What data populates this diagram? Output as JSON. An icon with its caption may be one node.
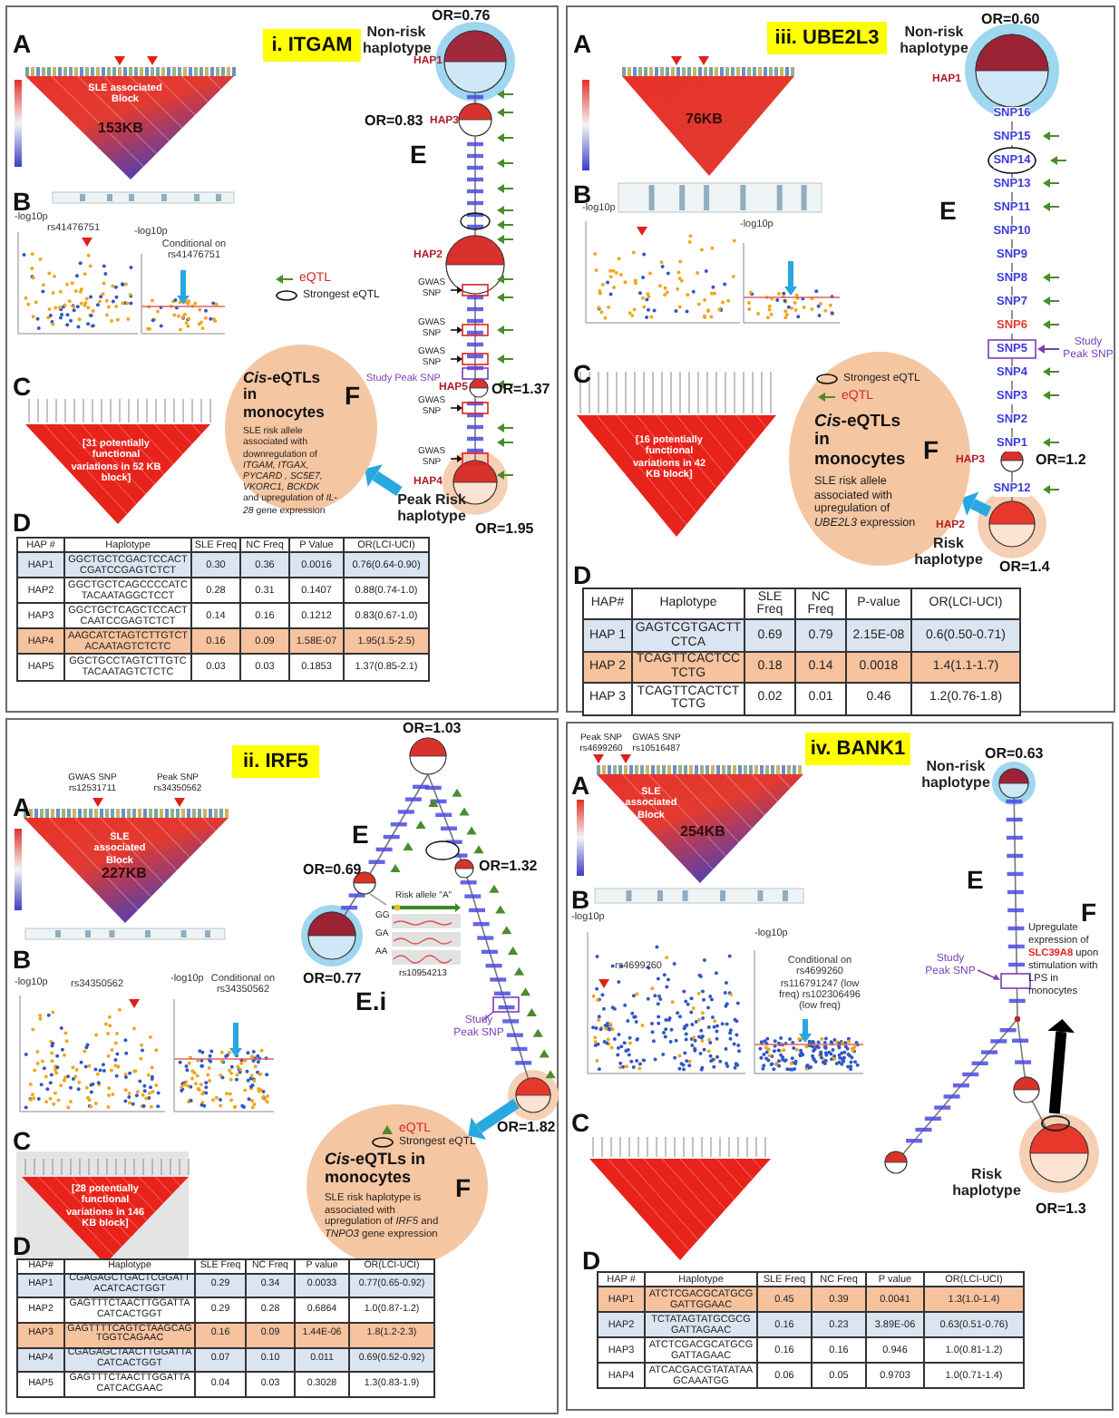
{
  "diagram": {
    "nodes": [
      {
        "text": [],
        "shape": "box"
      },
      {
        "text": [
          "i. ITGAM"
        ],
        "in": 0
      },
      {
        "text": [
          "*Cis*-eQTLs in monocytes",
          "SLE risk allele associated with downregulation of *ITGAM, ITGAX, PYCARD , SC5E7, VKORC1, BCKDK* and upregulation of *IL-28* gene expression"
        ],
        "in": 0
      },
      {
        "text": [
          "Peak Risk haplotype"
        ],
        "in": 0
      },
      {
        "text": [],
        "shape": "box"
      },
      {
        "text": [
          "iii. UBE2L3"
        ],
        "in": 4
      },
      {
        "text": [
          "*Cis*-eQTLs in monocytes",
          "SLE risk allele associated with upregulation of *UBE2L3* expression"
        ],
        "in": 4
      },
      {
        "text": [],
        "shape": "circle",
        "in": 4
      },
      {
        "text": [],
        "shape": "box"
      },
      {
        "text": [
          "ii. IRF5"
        ],
        "in": 8
      },
      {
        "text": [],
        "shape": "circle",
        "in": 8
      },
      {
        "text": [
          "*Cis*-eQTLs in monocytes",
          "SLE risk haplotype is associated with upregulation of *IRF5* and *TNPO3* gene expression"
        ],
        "in": 8
      },
      {
        "text": [],
        "shape": "box"
      },
      {
        "text": [
          "iv. BANK1"
        ],
        "in": 12
      },
      {
        "text": [],
        "shape": "ellipse",
        "in": 12
      },
      {
        "text": [
          "Upregulate expression of **SLC39A8** upon stimulation with LPS in monocytes"
        ],
        "in": 12
      }
    ],
    "edges": [
      {
        "from": 3,
        "to": 2,
        "arrow": "to"
      },
      {
        "from": 7,
        "to": 6,
        "arrow": "to"
      },
      {
        "from": 10,
        "to": 11,
        "arrow": "to"
      },
      {
        "from": 14,
        "to": 15,
        "arrow": "to",
        "color": "#000000"
      }
    ],
    "labels": [
      "A",
      "SLE associated Block",
      "153KB",
      "B",
      "-log10p",
      "rs41476751",
      "-log10p",
      "Conditional on rs41476751",
      "C",
      "[31 potentially functional variations in 52 KB block]",
      "F",
      "OR=0.76",
      "Non-risk haplotype",
      "HAP1",
      "OR=0.83",
      "HAP3",
      "E",
      "HAP2",
      "GWAS SNP",
      "GWAS SNP",
      "GWAS SNP",
      "Study Peak SNP",
      "HAP5",
      "OR=1.37",
      "GWAS SNP",
      "GWAS SNP",
      "HAP4",
      "OR=1.95",
      "D",
      "HAP #",
      "Haplotype",
      "SLE Freq",
      "NC Freq",
      "P Value",
      "OR(LCI-UCI)",
      "HAP1",
      "GGCTGCTCGACTCCACTCGATCCGAGTCTCT",
      "0.30",
      "0.36",
      "0.0016",
      "0.76(0.64-0.90)",
      "HAP2",
      "GGCTGCTCAGCCCCATCTACAATAGGCTCCT",
      "0.28",
      "0.31",
      "0.1407",
      "0.88(0.74-1.0)",
      "HAP3",
      "GGCTGCTCAGCTCCACTCAATCCGAGTCTCT",
      "0.14",
      "0.16",
      "0.1212",
      "0.83(0.67-1.0)",
      "HAP4",
      "AAGCATCTAGTCTTGTCTACAATAGTCTCTC",
      "0.16",
      "0.09",
      "1.58E-07",
      "1.95(1.5-2.5)",
      "HAP5",
      "GGCTGCCTAGTCTTGTCTACAATAGTCTCTC",
      "0.03",
      "0.03",
      "0.1853",
      "1.37(0.85-2.1)",
      "A",
      "76KB",
      "B",
      "-log10p",
      "-log10p",
      "C",
      "[16 potentially functional variations in 42 KB block]",
      "Non-risk haplotype",
      "OR=0.60",
      "HAP1",
      "SNP16",
      "SNP15",
      "SNP14",
      "SNP13",
      "SNP11",
      "E",
      "SNP10",
      "SNP9",
      "SNP8",
      "SNP7",
      "SNP6",
      "SNP5",
      "Study Peak SNP",
      "SNP4",
      "SNP3",
      "SNP2",
      "SNP1",
      "HAP3",
      "OR=1.2",
      "SNP12",
      "HAP2",
      "Risk haplotype",
      "OR=1.4",
      "F",
      "D",
      "HAP#",
      "Haplotype",
      "SLE Freq",
      "NC Freq",
      "P-value",
      "OR(LCI-UCI)",
      "HAP 1",
      "GAGTCGTGACTTCTCA",
      "0.69",
      "0.79",
      "2.15E-08",
      "0.6(0.50-0.71)",
      "HAP 2",
      "TCAGTTCACTCCTCTG",
      "0.18",
      "0.14",
      "0.0018",
      "1.4(1.1-1.7)",
      "HAP 3",
      "TCAGTTCACTCTTCTG",
      "0.02",
      "0.01",
      "0.46",
      "1.2(0.76-1.8)",
      "A",
      "GWAS SNP rs12531711",
      "Peak SNP rs34350562",
      "SLE associated Block",
      "227KB",
      "B",
      "-log10p",
      "rs34350562",
      "-log10p",
      "Conditional on rs34350562",
      "C",
      "[28 potentially functional variations in 146 KB block]",
      "OR=1.03",
      "E",
      "OR=0.69",
      "OR=1.32",
      "Risk allele \"A\"",
      "GG",
      "GA",
      "AA",
      "OR=0.77",
      "rs10954213",
      "E.i",
      "Study Peak SNP",
      "OR=1.82",
      "F",
      "D",
      "HAP#",
      "Haplotype",
      "SLE Freq",
      "NC Freq",
      "P value",
      "OR(LCI-UCI)",
      "HAP1",
      "CGAGAGCTGACTCGGATTACATCACTGGT",
      "0.29",
      "0.34",
      "0.0033",
      "0.77(0.65-0.92)",
      "HAP2",
      "GAGTTTCTAACTTGGATTACATCACTGGT",
      "0.29",
      "0.28",
      "0.6864",
      "1.0(0.87-1.2)",
      "HAP3",
      "GAGTTTTCAGTCTAAGCAGTGGTCAGAAC",
      "0.16",
      "0.09",
      "1.44E-06",
      "1.8(1.2-2.3)",
      "HAP4",
      "CGAGAGCTAACTTGGATTACATCACTGGT",
      "0.07",
      "0.10",
      "0.011",
      "0.69(0.52-0.92)",
      "HAP5",
      "GAGTTTCTAACTTGGATTACATCACGAAC",
      "0.04",
      "0.03",
      "0.3028",
      "1.3(0.83-1.9)",
      "Peak SNP rs4699260",
      "GWAS SNP rs10516487",
      "A",
      "SLE associated Block",
      "254KB",
      "B",
      "-log10p",
      "rs4699260",
      "-log10p",
      "Conditional on rs4699260 rs116791247 (low freq) rs102306496 (low freq)",
      "C",
      "OR=0.63",
      "Non-risk haplotype",
      "E",
      "F",
      "Study Peak SNP",
      "Risk haplotype",
      "OR=1.3",
      "D",
      "HAP #",
      "Haplotype",
      "SLE Freq",
      "NC Freq",
      "P value",
      "OR(LCI-UCI)",
      "HAP1",
      "ATCTCGACGCATGCGGATTGGAAC",
      "0.45",
      "0.39",
      "0.0041",
      "1.3(1.0-1.4)",
      "HAP2",
      "TCTATAGTATGCGCGGATTAGAAC",
      "0.16",
      "0.23",
      "3.89E-06",
      "0.63(0.51-0.76)",
      "HAP3",
      "ATCTCGACGCATGCGGATTAGAAC",
      "0.16",
      "0.16",
      "0.946",
      "1.0(0.81-1.2)",
      "HAP4",
      "ATCACGACGTATATAAGCAAATGG",
      "0.06",
      "0.05",
      "0.9703",
      "1.0(0.71-1.4)"
    ],
    "legend": [
      {
        "text": "eQTL"
      },
      {
        "text": "Strongest eQTL"
      },
      {
        "text": "Strongest eQTL"
      },
      {
        "text": "eQTL"
      },
      {
        "text": "eQTL"
      },
      {
        "text": "Strongest eQTL"
      }
    ]
  }
}
